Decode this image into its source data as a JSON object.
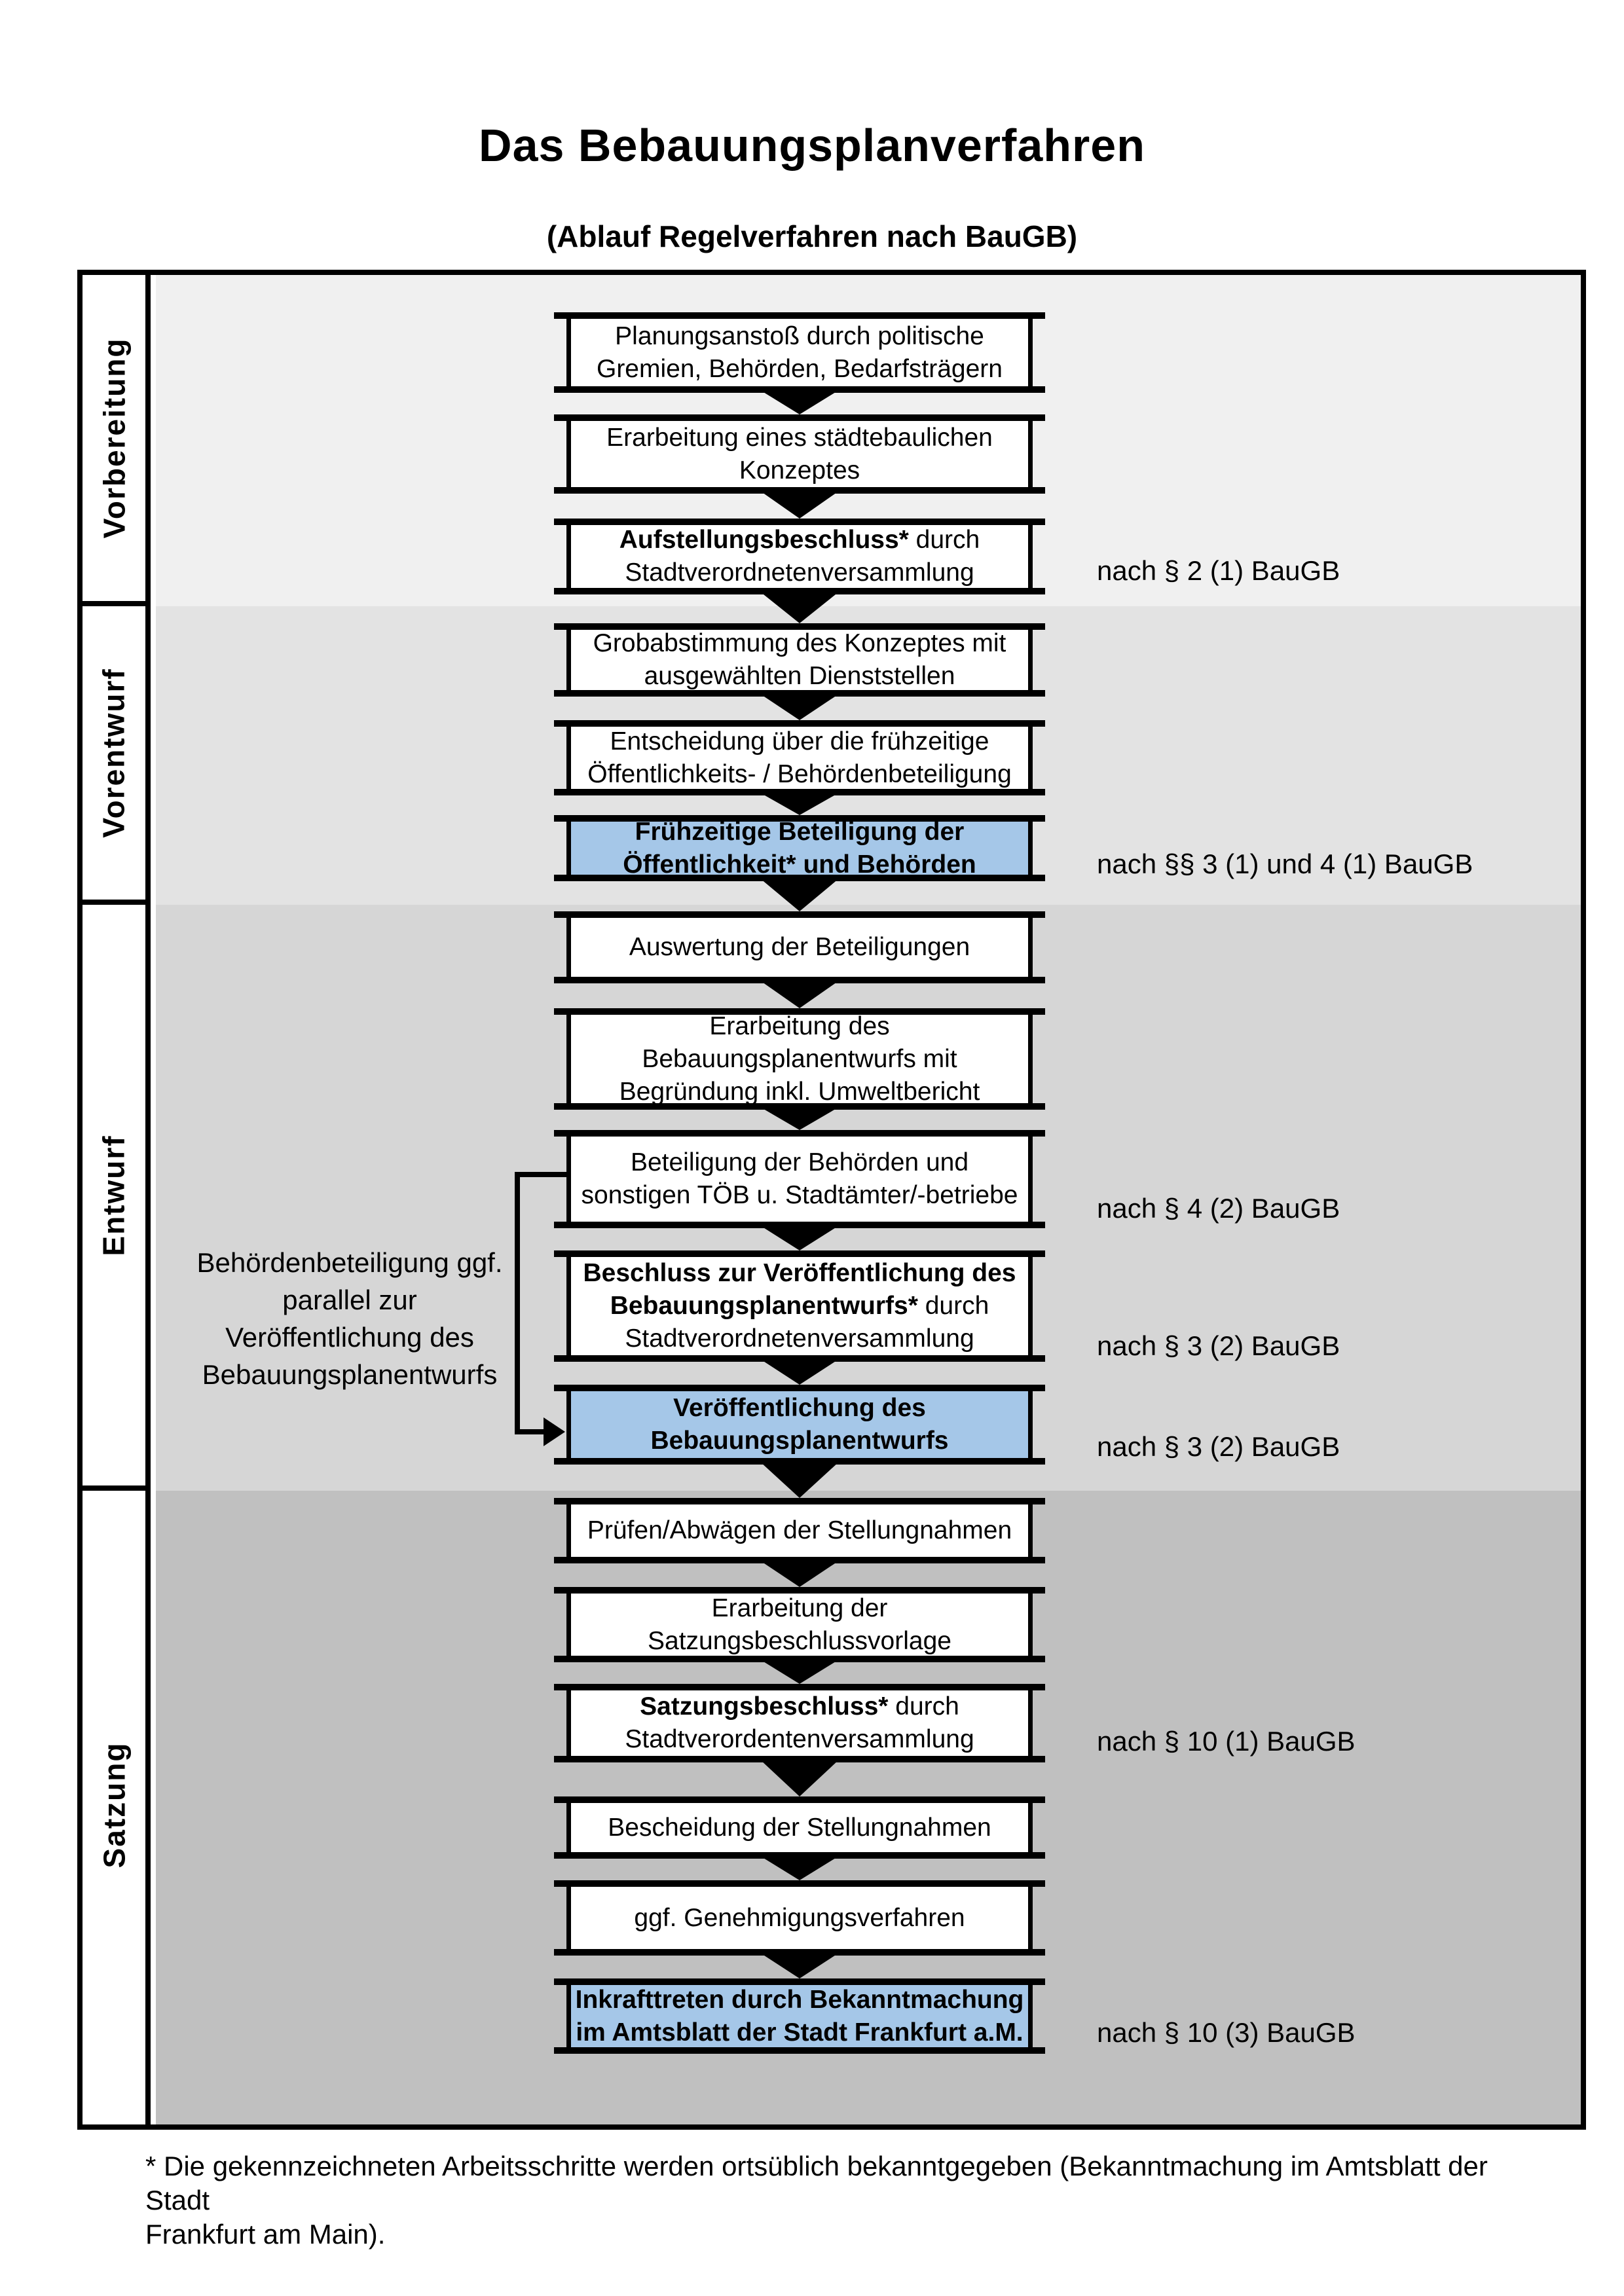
{
  "title": "Das Bebauungsplanverfahren",
  "subtitle": "(Ablauf Regelverfahren nach BauGB)",
  "colors": {
    "highlight_box": "#a5c7e8",
    "band_vorbereitung": "#f0f0f0",
    "band_vorentwurf": "#e3e3e3",
    "band_entwurf": "#d6d6d6",
    "band_satzung": "#c0c0c0",
    "line": "#000000"
  },
  "phases": [
    {
      "label": "Vorbereitung"
    },
    {
      "label": "Vorentwurf"
    },
    {
      "label": "Entwurf"
    },
    {
      "label": "Satzung"
    }
  ],
  "steps": [
    {
      "bold": "",
      "text": "Planungsanstoß durch politische Gremien, Behörden, Bedarfsträgern",
      "annotation": ""
    },
    {
      "bold": "",
      "text": "Erarbeitung eines städtebaulichen Konzeptes",
      "annotation": ""
    },
    {
      "bold": "Aufstellungsbeschluss*",
      "text": " durch Stadtverordnetenversammlung",
      "annotation": "nach § 2 (1) BauGB"
    },
    {
      "bold": "",
      "text": "Grobabstimmung des Konzeptes mit ausgewählten Dienststellen",
      "annotation": ""
    },
    {
      "bold": "",
      "text": "Entscheidung über die frühzeitige Öffentlichkeits- / Behördenbeteiligung",
      "annotation": ""
    },
    {
      "bold": "Frühzeitige Beteiligung der Öffentlichkeit* und Behörden",
      "text": "",
      "annotation": "nach §§ 3 (1) und 4 (1) BauGB"
    },
    {
      "bold": "",
      "text": "Auswertung der Beteiligungen",
      "annotation": ""
    },
    {
      "bold": "",
      "text": "Erarbeitung des Bebauungsplanentwurfs mit Begründung inkl. Umweltbericht",
      "annotation": ""
    },
    {
      "bold": "",
      "text": "Beteiligung der Behörden und sonstigen TÖB u. Stadtämter/-betriebe",
      "annotation": "nach § 4 (2) BauGB"
    },
    {
      "bold": "Beschluss zur Veröffentlichung des Bebauungsplanentwurfs*",
      "text": " durch Stadtverordnetenversammlung",
      "annotation": "nach § 3 (2) BauGB"
    },
    {
      "bold": "Veröffentlichung des Bebauungsplanentwurfs",
      "text": "",
      "annotation": "nach § 3 (2) BauGB"
    },
    {
      "bold": "",
      "text": "Prüfen/Abwägen der Stellungnahmen",
      "annotation": ""
    },
    {
      "bold": "",
      "text": "Erarbeitung der Satzungsbeschlussvorlage",
      "annotation": ""
    },
    {
      "bold": "Satzungsbeschluss*",
      "text": " durch Stadtverordentenversammlung",
      "annotation": "nach § 10 (1) BauGB"
    },
    {
      "bold": "",
      "text": "Bescheidung der Stellungnahmen",
      "annotation": ""
    },
    {
      "bold": "",
      "text": "ggf. Genehmigungsverfahren",
      "annotation": ""
    },
    {
      "bold": "Inkrafttreten",
      "text": " durch Bekanntmachung im Amtsblatt der Stadt Frankfurt a.M.",
      "annotation": "nach § 10 (3) BauGB"
    }
  ],
  "side_note": "Behördenbeteiligung ggf. parallel zur Veröffentlichung des Bebauungsplanentwurfs",
  "footnote": {
    "line1": "* Die gekennzeichneten Arbeitsschritte werden ortsüblich bekanntgegeben (Bekanntmachung im Amtsblatt  der Stadt",
    "line2": "Frankfurt am Main)."
  }
}
